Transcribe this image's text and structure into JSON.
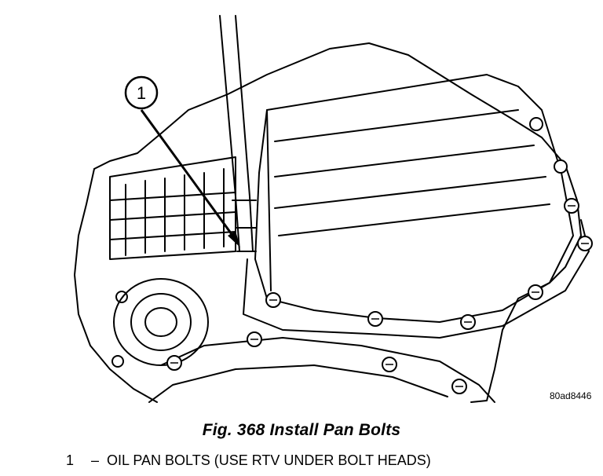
{
  "callout": {
    "number": "1"
  },
  "figure": {
    "code": "80ad8446"
  },
  "caption": {
    "text": "Fig. 368 Install Pan Bolts"
  },
  "legend": {
    "items": [
      {
        "number": "1",
        "dash": "–",
        "text": "OIL PAN BOLTS (USE RTV UNDER BOLT HEADS)"
      }
    ]
  }
}
